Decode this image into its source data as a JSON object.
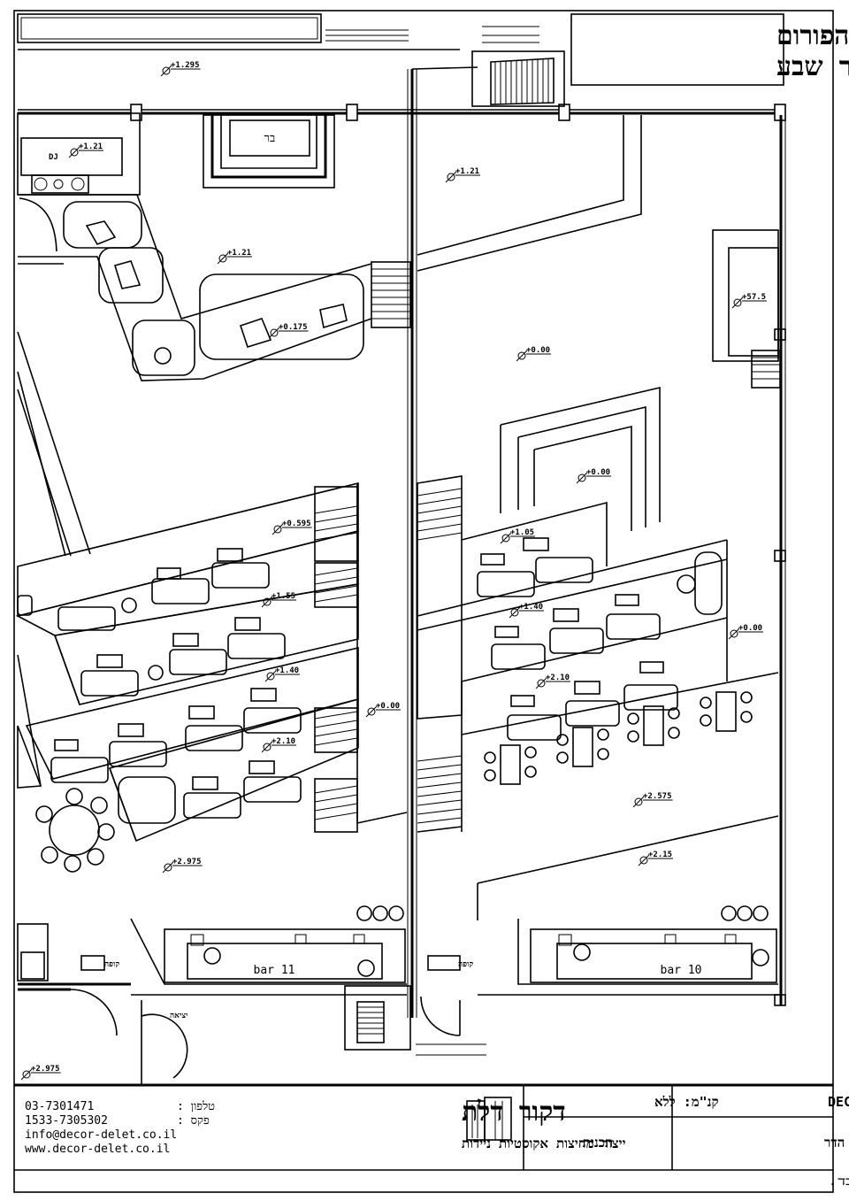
{
  "title": {
    "line1": "מועדון הפורום",
    "line2": "באר שבע"
  },
  "rooms": {
    "bar_top": "בר",
    "dj": "DJ",
    "bar_11": "bar 11",
    "bar_10": "bar 10",
    "kupa_left": "קופה",
    "kupa_right": "קופה",
    "exit": "יציאה"
  },
  "levels": [
    {
      "id": "l1",
      "text": "+1.295"
    },
    {
      "id": "l2",
      "text": "+1.21"
    },
    {
      "id": "l3",
      "text": "+1.21"
    },
    {
      "id": "l4",
      "text": "+1.21"
    },
    {
      "id": "l5",
      "text": "+0.175"
    },
    {
      "id": "l6",
      "text": "+0.00"
    },
    {
      "id": "l7",
      "text": "+57.5"
    },
    {
      "id": "l8",
      "text": "+0.00"
    },
    {
      "id": "l9",
      "text": "+0.595"
    },
    {
      "id": "l10",
      "text": "+1.05"
    },
    {
      "id": "l11",
      "text": "+1.55"
    },
    {
      "id": "l12",
      "text": "+1.40"
    },
    {
      "id": "l13",
      "text": "+0.00"
    },
    {
      "id": "l14",
      "text": "+1.40"
    },
    {
      "id": "l15",
      "text": "+2.10"
    },
    {
      "id": "l16",
      "text": "+2.10"
    },
    {
      "id": "l17",
      "text": "+0.00"
    },
    {
      "id": "l18",
      "text": "+2.575"
    },
    {
      "id": "l19",
      "text": "+2.975"
    },
    {
      "id": "l20",
      "text": "+2.15"
    },
    {
      "id": "l21",
      "text": "+2.975"
    }
  ],
  "title_block": {
    "company_name": "דקור דלת",
    "company_tag": "ייצור מחיצות אקוסטיות ניידות",
    "phone_label": "טלפון :",
    "phone": "03-7301471",
    "fax_label": "פקס :",
    "fax": "1533-7305302",
    "email": "info@decor-delet.co.il",
    "website": "www.decor-delet.co.il",
    "scale": "קנ\"מ: ללא",
    "drawing_type": "תכנית",
    "model": "דגם: DECOR CLASSIC",
    "designer": "תכנן: אלי הדר",
    "copyright": "כל הזכויות שמורות לדקור דלת בע\"מ. תכנית זו מותרת לשימוש למחיצות אקוסטיות ניידות תוצרת דקור דלת בלבד."
  }
}
